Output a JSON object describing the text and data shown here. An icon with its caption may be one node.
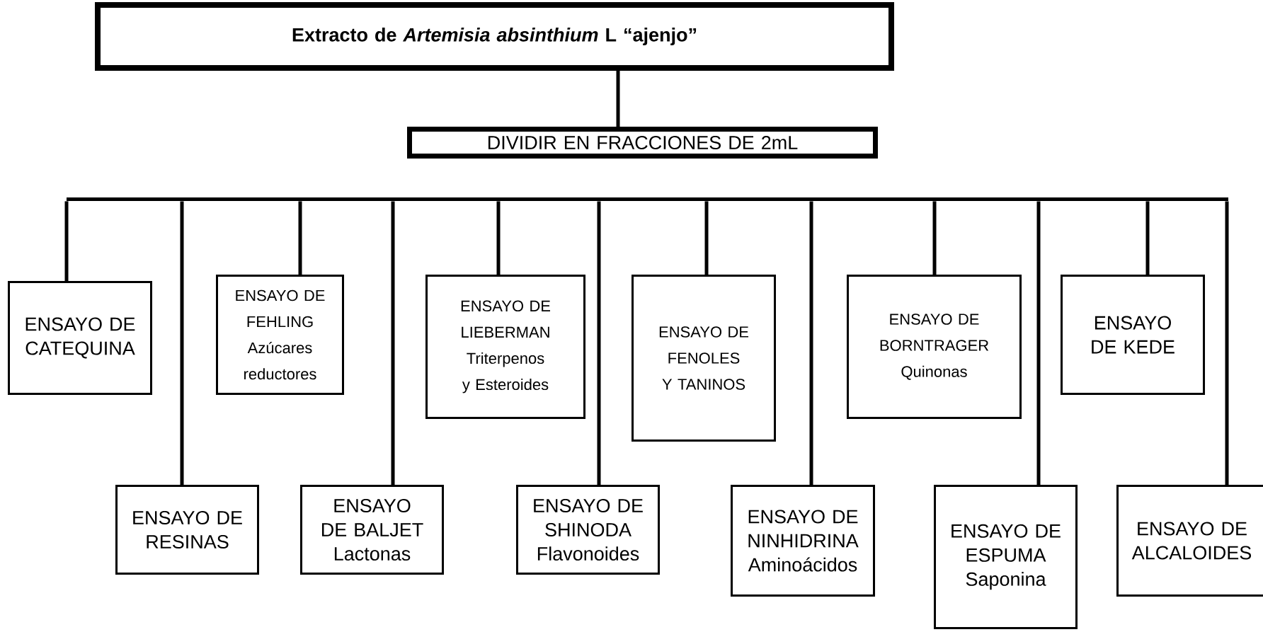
{
  "diagram": {
    "nodes": [
      {
        "text": [
          "Extracto de *Artemisia absinthium* L “ajenjo”"
        ]
      },
      {
        "text": [
          "DIVIDIR EN FRACCIONES DE 2mL"
        ]
      },
      {
        "text": [],
        "shape": "bar"
      },
      {
        "text": [
          "ENSAYO DE CATEQUINA"
        ]
      },
      {
        "text": [
          "ENSAYO DE RESINAS"
        ]
      },
      {
        "text": [
          "ENSAYO DE FEHLING",
          "Azúcares reductores"
        ]
      },
      {
        "text": [
          "ENSAYO DE BALJET",
          "Lactonas"
        ]
      },
      {
        "text": [
          "ENSAYO DE LIEBERMAN",
          "Triterpenos y Esteroides"
        ]
      },
      {
        "text": [
          "ENSAYO DE SHINODA",
          "Flavonoides"
        ]
      },
      {
        "text": [
          "ENSAYO DE FENOLES Y TANINOS"
        ]
      },
      {
        "text": [
          "ENSAYO DE NINHIDRINA",
          "Aminoácidos"
        ]
      },
      {
        "text": [
          "ENSAYO DE BORNTRAGER",
          "Quinonas"
        ]
      },
      {
        "text": [
          "ENSAYO DE ESPUMA",
          "Saponina"
        ]
      },
      {
        "text": [
          "ENSAYO DE KEDE"
        ]
      },
      {
        "text": [
          "ENSAYO DE ALCALOIDES"
        ]
      }
    ],
    "edges": [
      {
        "from": 0,
        "to": 1,
        "arrow": "none"
      },
      {
        "from": 2,
        "to": 3,
        "arrow": "none"
      },
      {
        "from": 2,
        "to": 4,
        "arrow": "none"
      },
      {
        "from": 2,
        "to": 5,
        "arrow": "none"
      },
      {
        "from": 2,
        "to": 6,
        "arrow": "none"
      },
      {
        "from": 2,
        "to": 7,
        "arrow": "none"
      },
      {
        "from": 2,
        "to": 8,
        "arrow": "none"
      },
      {
        "from": 2,
        "to": 9,
        "arrow": "none"
      },
      {
        "from": 2,
        "to": 10,
        "arrow": "none"
      },
      {
        "from": 2,
        "to": 11,
        "arrow": "none"
      },
      {
        "from": 2,
        "to": 12,
        "arrow": "none"
      },
      {
        "from": 2,
        "to": 13,
        "arrow": "none"
      },
      {
        "from": 2,
        "to": 14,
        "arrow": "none"
      }
    ]
  }
}
